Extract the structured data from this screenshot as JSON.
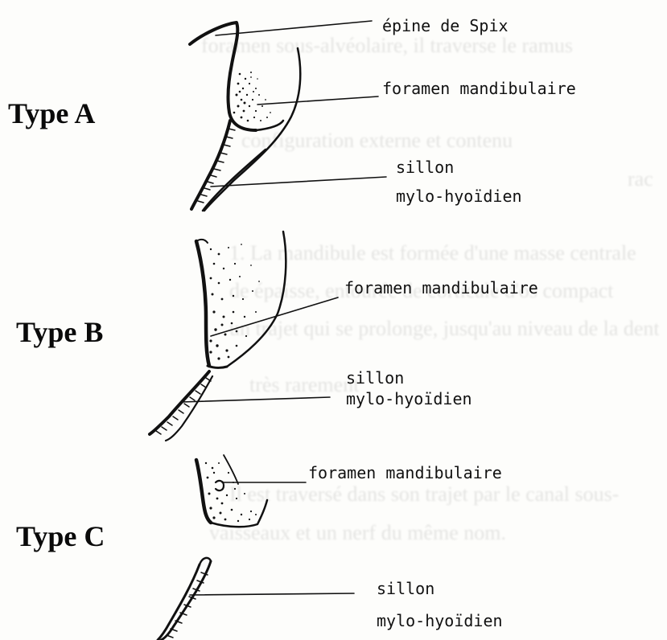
{
  "labels": {
    "type_a": "Type A",
    "type_b": "Type B",
    "type_c": "Type C"
  },
  "annotations": {
    "a_spix": "épine de Spix",
    "a_foramen": "foramen mandibulaire",
    "a_sillon_1": "sillon",
    "a_sillon_2": "mylo-hyoïdien",
    "b_foramen": "foramen mandibulaire",
    "b_sillon_1": "sillon",
    "b_sillon_2": "mylo-hyoïdien",
    "c_foramen": "foramen mandibulaire",
    "c_sillon_1": "sillon",
    "c_sillon_2": "mylo-hyoïdien"
  },
  "bleed_through": {
    "l1": "foramen sous-alvéolaire, il traverse le ramus",
    "l2": "configuration externe et contenu",
    "l3": "rac",
    "l4": "1. La mandibule est formée d'une masse centrale",
    "l5": "de épaisse, entourée de corticale d'os compact",
    "l6": "un trajet qui se prolonge, jusqu'au niveau de la dent",
    "l7": "très rarement",
    "l8": "Il est traversé dans son trajet par le canal sous-",
    "l9": "vaisseaux et un nerf du même nom."
  },
  "colors": {
    "ink": "#111111",
    "paper": "#fdfdfb"
  }
}
